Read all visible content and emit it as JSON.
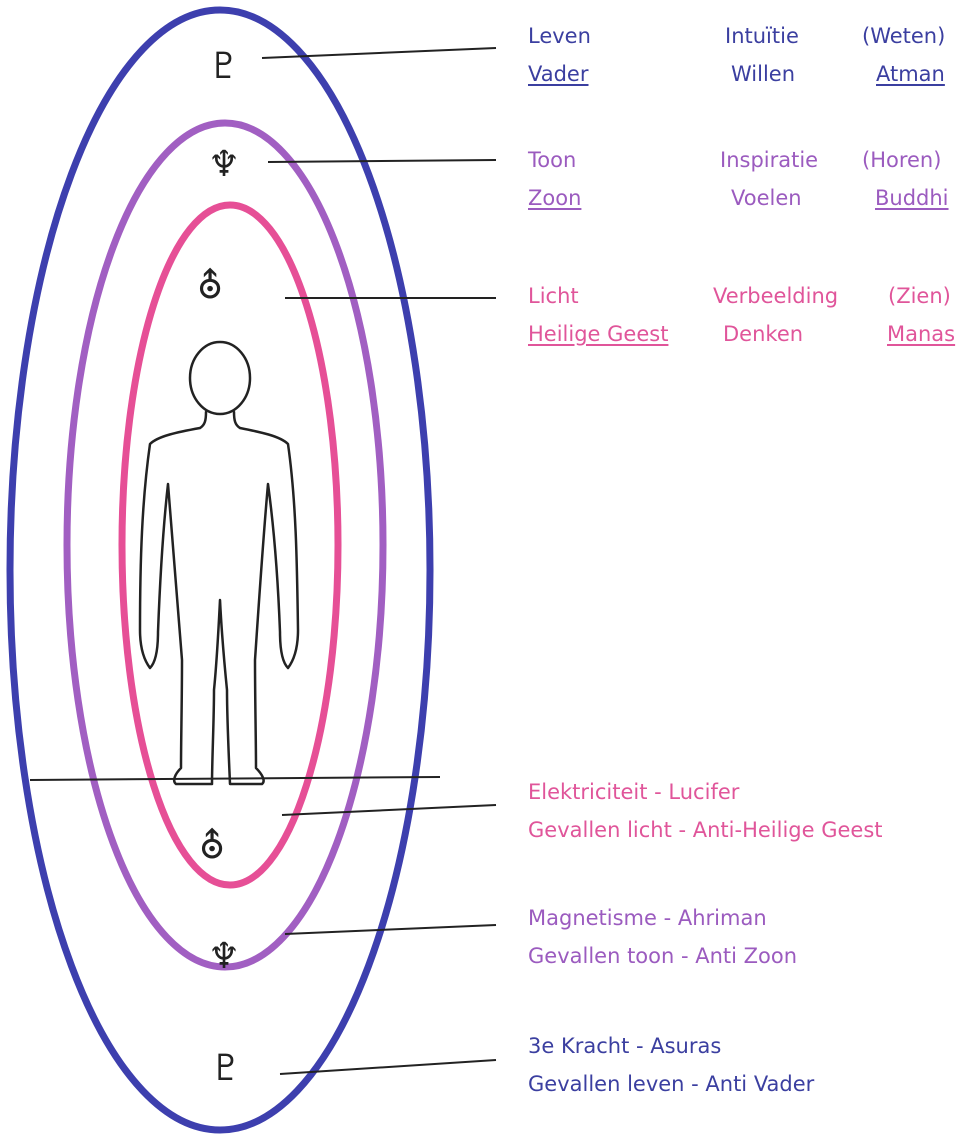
{
  "colors": {
    "blue": "#3b3fa0",
    "purple": "#9b5bbf",
    "pink": "#e0559a",
    "ink": "#222222"
  },
  "symbols": {
    "pluto_top": "♇",
    "neptune_top": "♆",
    "uranus_top": "⛢",
    "uranus_bottom": "⛢",
    "neptune_bottom": "♆",
    "pluto_bottom": "♇"
  },
  "upper": {
    "leven": {
      "col1_top": "Leven",
      "col1_bottom": "Vader",
      "col2_top": "Intuïtie",
      "col2_bottom": "Willen",
      "col3_top": "(Weten)",
      "col3_bottom": "Atman"
    },
    "toon": {
      "col1_top": "Toon",
      "col1_bottom": "Zoon",
      "col2_top": "Inspiratie",
      "col2_bottom": "Voelen",
      "col3_top": "(Horen)",
      "col3_bottom": "Buddhi"
    },
    "licht": {
      "col1_top": "Licht",
      "col1_bottom": "Heilige Geest",
      "col2_top": "Verbeelding",
      "col2_bottom": "Denken",
      "col3_top": "(Zien)",
      "col3_bottom": "Manas"
    }
  },
  "lower": {
    "licht": {
      "line1": "Elektriciteit - Lucifer",
      "line2": "Gevallen licht - Anti-Heilige Geest"
    },
    "toon": {
      "line1": "Magnetisme - Ahriman",
      "line2": "Gevallen toon - Anti Zoon"
    },
    "leven": {
      "line1": "3e Kracht - Asuras",
      "line2": "Gevallen leven - Anti Vader"
    }
  }
}
